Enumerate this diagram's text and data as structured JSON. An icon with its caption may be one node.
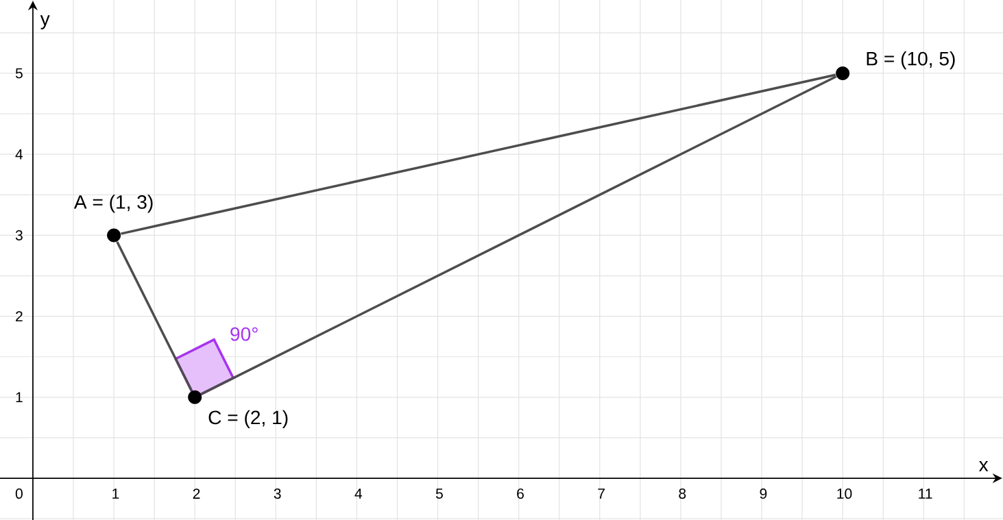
{
  "diagram": {
    "nodes": [
      {
        "text": [
          "A = (1, 3)"
        ]
      },
      {
        "text": [
          "B = (10, 5)"
        ]
      },
      {
        "text": [
          "C = (2, 1)"
        ]
      }
    ],
    "edges": [
      {
        "from": 0,
        "to": 1,
        "arrow": "none"
      },
      {
        "from": 1,
        "to": 2,
        "arrow": "none"
      },
      {
        "from": 2,
        "to": 0,
        "arrow": "none"
      }
    ],
    "labels": [
      "y",
      "5",
      "4",
      "3",
      "2",
      "90°",
      "1",
      "x",
      "0",
      "1",
      "2",
      "3",
      "4",
      "5",
      "6",
      "7",
      "8",
      "9",
      "10",
      "11"
    ]
  }
}
